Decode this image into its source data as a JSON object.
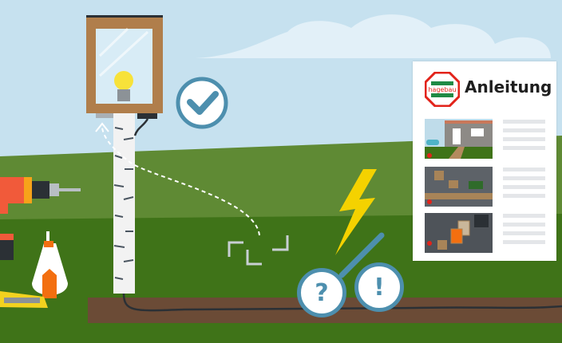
{
  "instruction_card": {
    "title": "Anleitung",
    "logo_text": "hagebau",
    "steps": [
      {
        "name": "step-1-location"
      },
      {
        "name": "step-2-build"
      },
      {
        "name": "step-3-assemble"
      }
    ]
  },
  "badges": {
    "question": "?",
    "exclamation": "!"
  },
  "colors": {
    "sky": "#c6e1ef",
    "hill": "#5f8a34",
    "grass": "#3f7318",
    "trench": "#6b4b36",
    "accent": "#4d8fae",
    "lightning": "#f4d200"
  }
}
